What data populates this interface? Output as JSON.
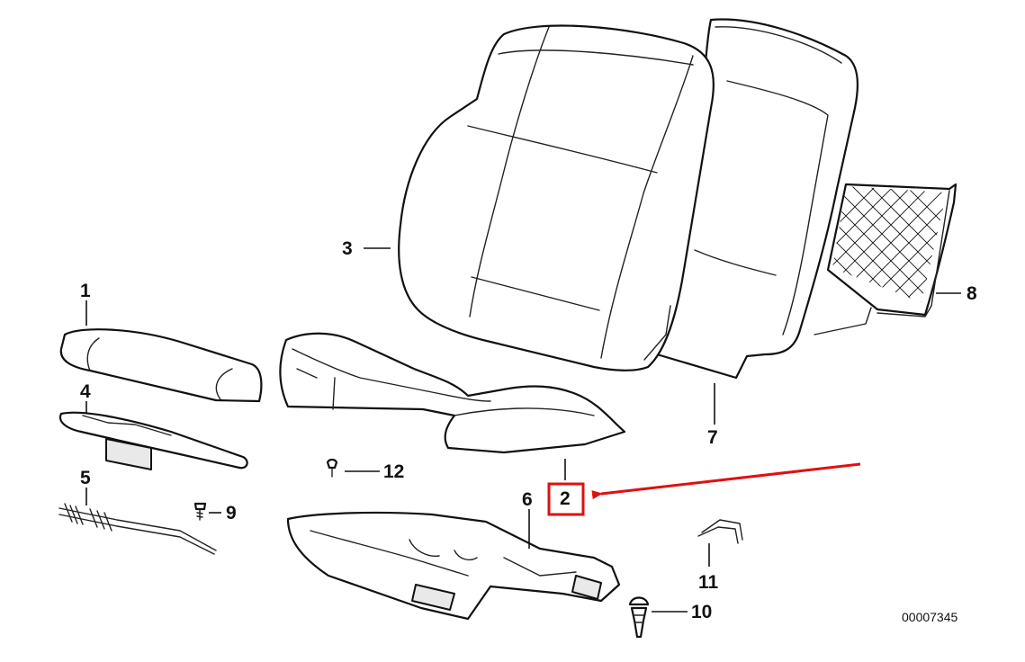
{
  "diagram": {
    "reference_number": "00007345",
    "highlight_color": "#e01010",
    "parts": [
      {
        "id": "1",
        "label": "1"
      },
      {
        "id": "2",
        "label": "2"
      },
      {
        "id": "3",
        "label": "3"
      },
      {
        "id": "4",
        "label": "4"
      },
      {
        "id": "5",
        "label": "5"
      },
      {
        "id": "6",
        "label": "6"
      },
      {
        "id": "7",
        "label": "7"
      },
      {
        "id": "8",
        "label": "8"
      },
      {
        "id": "9",
        "label": "9"
      },
      {
        "id": "10",
        "label": "10"
      },
      {
        "id": "11",
        "label": "11"
      },
      {
        "id": "12",
        "label": "12"
      }
    ],
    "highlighted_part": "2"
  }
}
